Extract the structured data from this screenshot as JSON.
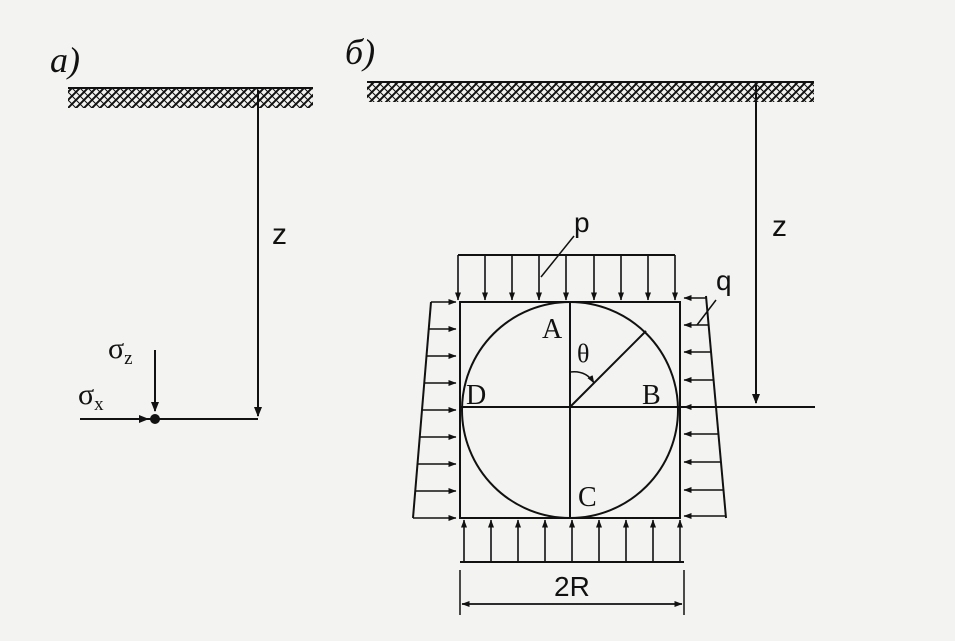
{
  "panel_a": {
    "label": "а)",
    "depth_label": "z",
    "sigma_z": {
      "symbol": "σ",
      "sub": "z"
    },
    "sigma_x": {
      "symbol": "σ",
      "sub": "x"
    }
  },
  "panel_b": {
    "label": "б)",
    "depth_label": "z",
    "load_p_label": "p",
    "load_q_label": "q",
    "point_a": "A",
    "point_b": "B",
    "point_c": "C",
    "point_d": "D",
    "angle_label": "θ",
    "width_label": "2R"
  },
  "colors": {
    "ink": "#111111",
    "paper": "#f3f3f1"
  }
}
